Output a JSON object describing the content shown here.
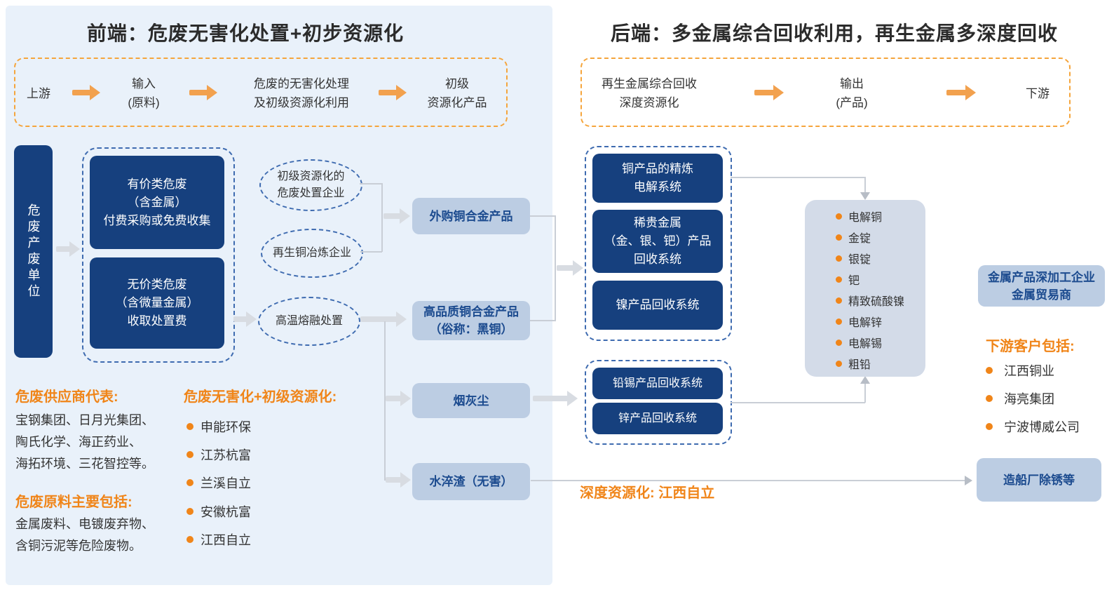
{
  "front": {
    "title": "前端：危废无害化处置+初步资源化",
    "flow": [
      "上游",
      "输入\n(原料)",
      "危废的无害化处理\n及初级资源化利用",
      "初级\n资源化产品"
    ],
    "generator": "危废产废单位",
    "waste_types": [
      "有价类危废\n（含金属）\n付费采购或免费收集",
      "无价类危废\n（含微量金属）\n收取处置费"
    ],
    "ellipses": [
      "初级资源化的\n危废处置企业",
      "再生铜冶炼企业",
      "高温熔融处置"
    ],
    "products": [
      "外购铜合金产品",
      "高品质铜合金产品\n（俗称：黑铜）",
      "烟灰尘",
      "水淬渣（无害）"
    ],
    "suppliers_heading": "危废供应商代表:",
    "suppliers_text": "宝钢集团、日月光集团、\n陶氏化学、海正药业、\n海拓环境、三花智控等。",
    "materials_heading": "危废原料主要包括:",
    "materials_text": "金属废料、电镀废弃物、\n含铜污泥等危险废物。",
    "recyclers_heading": "危废无害化+初级资源化:",
    "recyclers": [
      "申能环保",
      "江苏杭富",
      "兰溪自立",
      "安徽杭富",
      "江西自立"
    ]
  },
  "back": {
    "title": "后端：多金属综合回收利用，再生金属多深度回收",
    "flow": [
      "再生金属综合回收\n深度资源化",
      "输出\n(产品)",
      "下游"
    ],
    "systems_copper": [
      "铜产品的精炼\n电解系统",
      "稀贵金属\n（金、银、钯）产品\n回收系统",
      "镍产品回收系统"
    ],
    "systems_leadzinc": [
      "铅锡产品回收系统",
      "锌产品回收系统"
    ],
    "outputs": [
      "电解铜",
      "金锭",
      "银锭",
      "钯",
      "精致硫酸镍",
      "电解锌",
      "电解锡",
      "粗铅"
    ],
    "deep_note": "深度资源化: 江西自立",
    "buyers_box": "金属产品深加工企业\n金属贸易商",
    "customers_heading": "下游客户包括:",
    "customers": [
      "江西铜业",
      "海亮集团",
      "宁波博威公司"
    ],
    "shipyard_box": "造船厂除锈等"
  },
  "colors": {
    "navy": "#16407E",
    "light_box": "#BCCDE3",
    "left_panel_bg": "#E9F1FA",
    "outputs_panel": "#D3DBE8",
    "orange_text": "#F08519",
    "orange_arrow": "#F2A14E",
    "dash_blue": "#3E6BB0"
  }
}
